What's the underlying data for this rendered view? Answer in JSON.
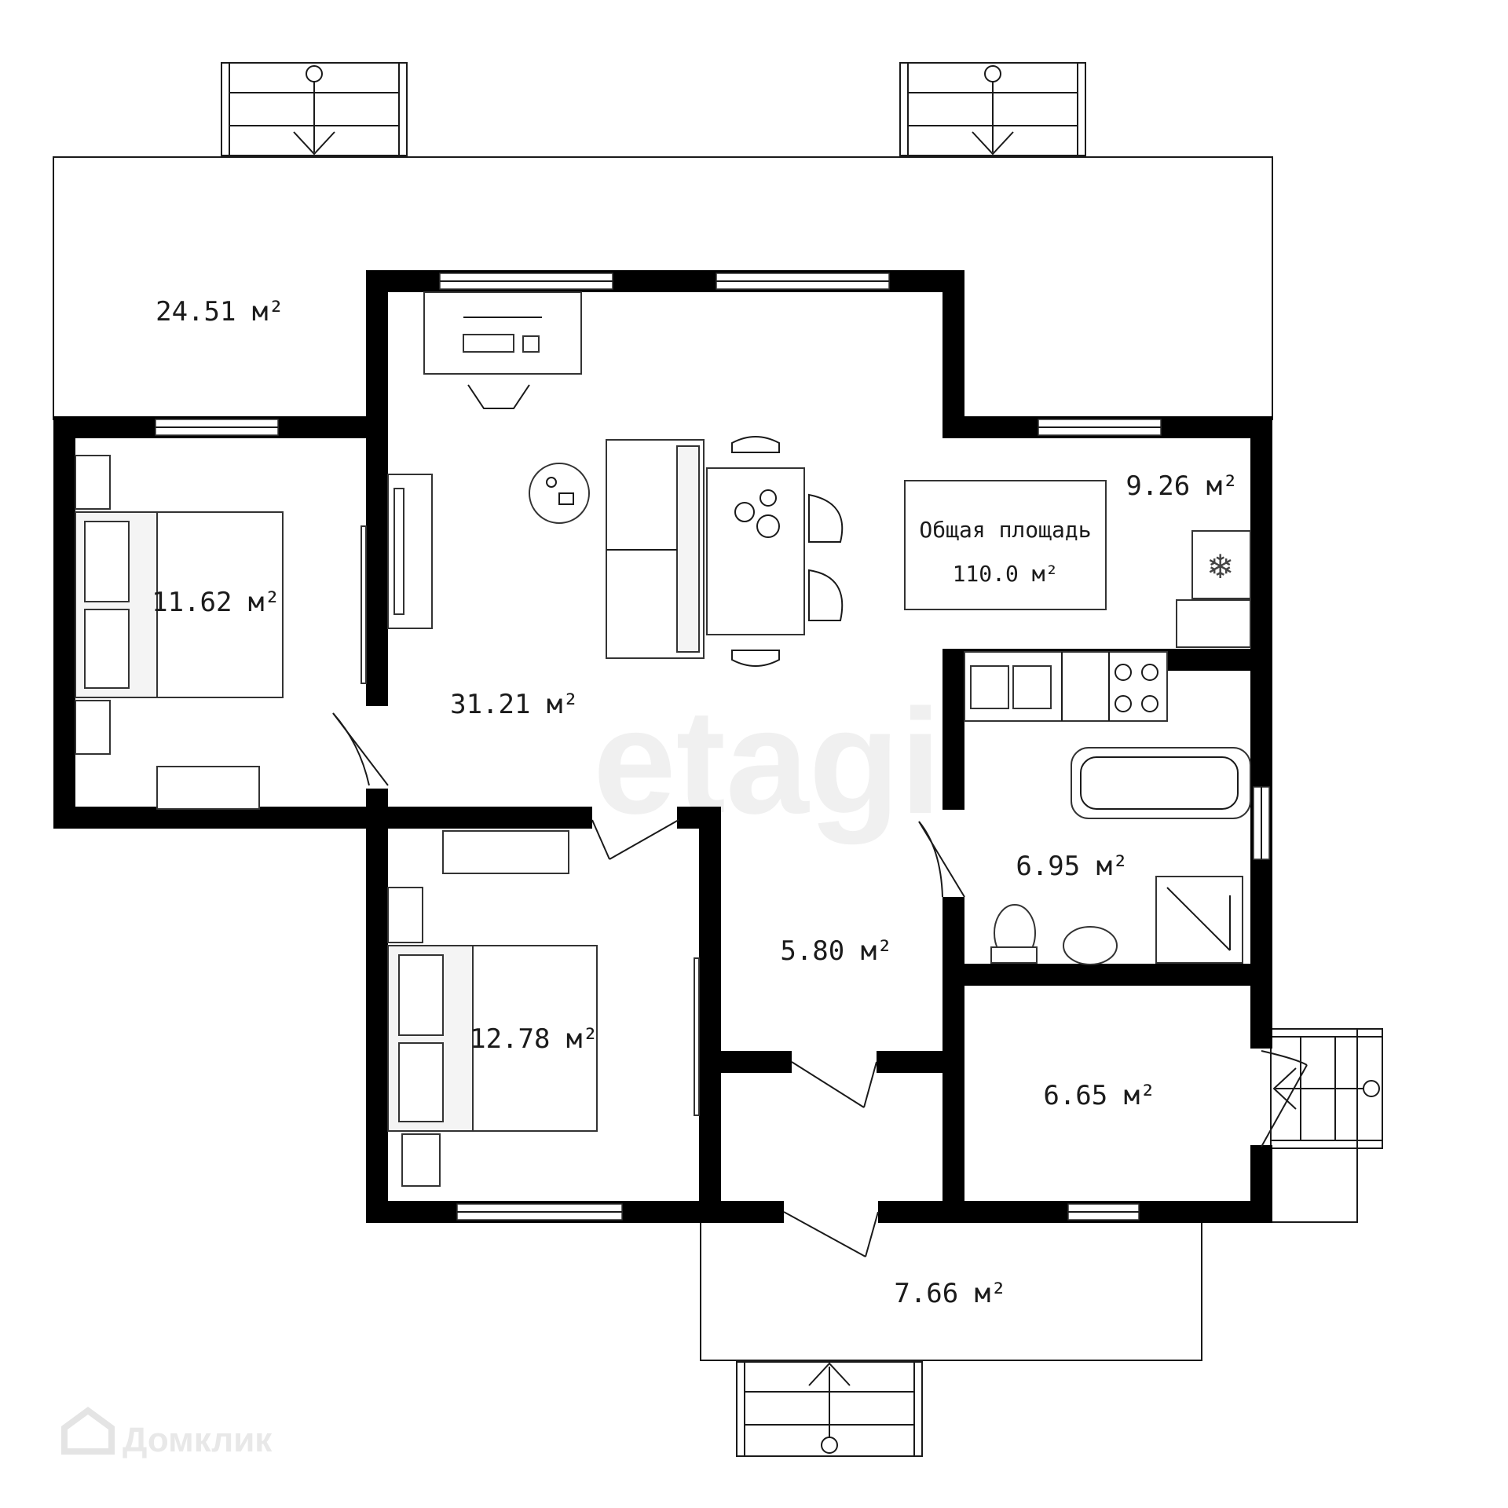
{
  "rooms": {
    "terrace_top": "24.51 м²",
    "bedroom_1": "11.62 м²",
    "living": "31.21 м²",
    "kitchen": "9.26 м²",
    "bathroom": "6.95 м²",
    "hall": "5.80 м²",
    "bedroom_2": "12.78 м²",
    "storage": "6.65 м²",
    "terrace_bottom": "7.66 м²"
  },
  "total": {
    "label": "Общая площадь",
    "value": "110.0 м²"
  },
  "watermarks": {
    "brand": "etagi",
    "site": "Домклик"
  }
}
